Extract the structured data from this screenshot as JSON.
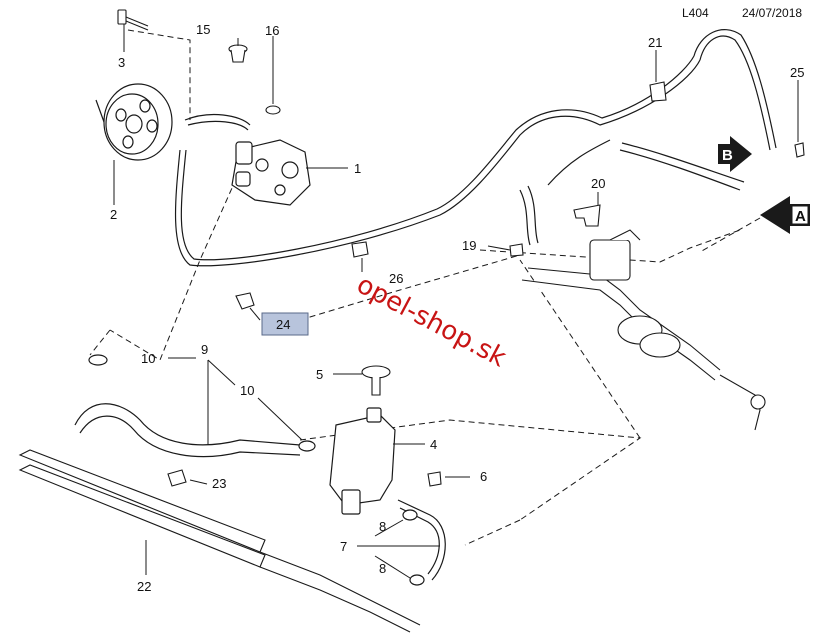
{
  "header": {
    "diagram_code": "L404",
    "date": "24/07/2018"
  },
  "watermark": "opel-shop.sk",
  "arrows": {
    "a": "A",
    "b": "B"
  },
  "callouts": {
    "c1": "1",
    "c2": "2",
    "c3": "3",
    "c4": "4",
    "c5": "5",
    "c6": "6",
    "c7": "7",
    "c8a": "8",
    "c8b": "8",
    "c9": "9",
    "c10a": "10",
    "c10b": "10",
    "c15": "15",
    "c16": "16",
    "c19": "19",
    "c20": "20",
    "c21": "21",
    "c22": "22",
    "c23": "23",
    "c24": "24",
    "c25": "25",
    "c26": "26"
  },
  "colors": {
    "line": "#1a1a1a",
    "highlight_fill": "#b8c4dc",
    "highlight_border": "#5a6a8a",
    "watermark": "#c81414"
  }
}
